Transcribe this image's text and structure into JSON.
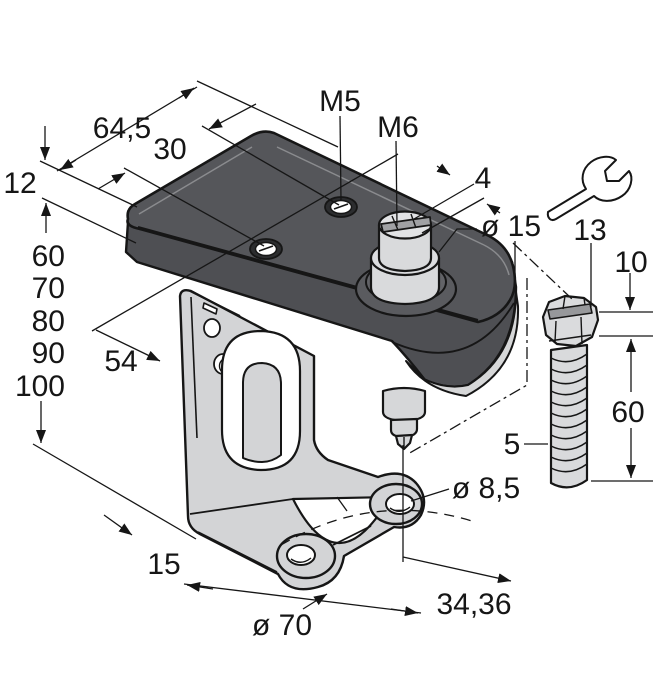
{
  "diagram": {
    "type": "technical-drawing",
    "subject": "Inductive sensor on mounting bracket with fixing bolt — dimensional drawing (mm)",
    "labels": {
      "plate_length": "64,5",
      "hole_spacing": "30",
      "plate_thickness": "12",
      "tapped_hole_small": "M5",
      "tapped_hole_large": "M6",
      "slot_width": "4",
      "boss_diameter": "ø 15",
      "wrench_size": "13",
      "bolt_head_height": "10",
      "mounting_offset": "54",
      "bolt_thread_length": "60",
      "bolt_callout": "5",
      "bracket_hole_diameter": "ø 8,5",
      "bracket_foot_width": "15",
      "bolt_circle_diameter": "ø 70",
      "hole_center_distance": "34,36"
    },
    "bracket_height_options": [
      "60",
      "70",
      "80",
      "90",
      "100"
    ],
    "icons": [
      "wrench-icon"
    ],
    "colors": {
      "body_dark": "#55565a",
      "body_side": "#4e4f53",
      "metal_light": "#d3d4d6",
      "line": "#161616",
      "background": "#ffffff"
    }
  }
}
